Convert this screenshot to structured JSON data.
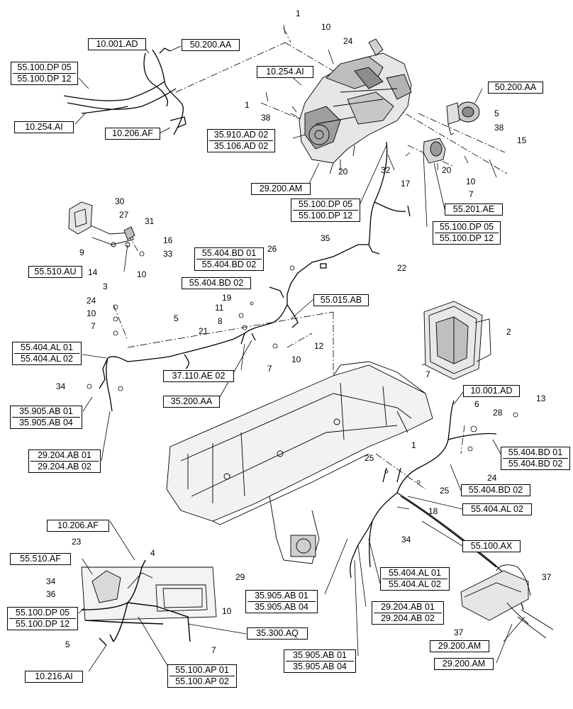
{
  "refs": {
    "r1": "10.001.AD",
    "r2": "50.200.AA",
    "r3a": "55.100.DP 05",
    "r3b": "55.100.DP 12",
    "r4": "10.254.AI",
    "r5": "10.206.AF",
    "r6": "10.254.AI",
    "r7": "50.200.AA",
    "r8a": "35.910.AD 02",
    "r8b": "35.106.AD 02",
    "r9": "29.200.AM",
    "r10a": "55.100.DP 05",
    "r10b": "55.100.DP 12",
    "r11": "55.201.AE",
    "r12a": "55.100.DP 05",
    "r12b": "55.100.DP 12",
    "r13": "55.510.AU",
    "r14a": "55.404.BD 01",
    "r14b": "55.404.BD 02",
    "r15": "55.404.BD 02",
    "r16": "55.015.AB",
    "r17a": "55.404.AL 01",
    "r17b": "55.404.AL 02",
    "r18": "37.110.AE 02",
    "r19": "35.200.AA",
    "r20a": "35.905.AB 01",
    "r20b": "35.905.AB 04",
    "r21a": "29.204.AB 01",
    "r21b": "29.204.AB 02",
    "r22": "10.001.AD",
    "r23a": "55.404.BD 01",
    "r23b": "55.404.BD 02",
    "r24": "55.404.BD 02",
    "r25": "55.404.AL 02",
    "r26": "55.100.AX",
    "r27": "10.206.AF",
    "r28": "55.510.AF",
    "r29a": "55.100.DP 05",
    "r29b": "55.100.DP 12",
    "r30": "10.216.AI",
    "r31a": "55.100.AP 01",
    "r31b": "55.100.AP 02",
    "r32": "35.300.AQ",
    "r33a": "35.905.AB 01",
    "r33b": "35.905.AB 04",
    "r34a": "29.204.AB 01",
    "r34b": "29.204.AB 02",
    "r35a": "35.905.AB 01",
    "r35b": "35.905.AB 04",
    "r36a": "55.404.AL 01",
    "r36b": "55.404.AL 02",
    "r37": "29.200.AM",
    "r38": "29.200.AM"
  },
  "callouts": {
    "n1": "1",
    "n2": "10",
    "n3": "24",
    "n4": "1",
    "n5": "38",
    "n6": "5",
    "n7": "38",
    "n8": "15",
    "n9": "20",
    "n10": "20",
    "n11": "32",
    "n12": "10",
    "n13": "7",
    "n14": "17",
    "n15": "30",
    "n16": "27",
    "n17": "31",
    "n18": "16",
    "n19": "9",
    "n20": "33",
    "n21": "14",
    "n22": "10",
    "n23": "35",
    "n24": "26",
    "n25": "22",
    "n26": "3",
    "n27": "24",
    "n28": "10",
    "n29": "7",
    "n30": "5",
    "n31": "19",
    "n32": "11",
    "n33": "8",
    "n34": "21",
    "n35": "12",
    "n36": "7",
    "n37": "10",
    "n38": "2",
    "n39": "7",
    "n40": "34",
    "n41": "6",
    "n42": "28",
    "n43": "13",
    "n44": "1",
    "n45": "25",
    "n46": "24",
    "n47": "25",
    "n48": "18",
    "n49": "34",
    "n50": "23",
    "n51": "4",
    "n52": "34",
    "n53": "36",
    "n54": "29",
    "n55": "10",
    "n56": "5",
    "n57": "7",
    "n58": "37",
    "n59": "37"
  },
  "colors": {
    "ink": "#000000",
    "paper": "#ffffff",
    "part_fill": "#d9d9d9",
    "part_shade": "#8c8c8c"
  }
}
